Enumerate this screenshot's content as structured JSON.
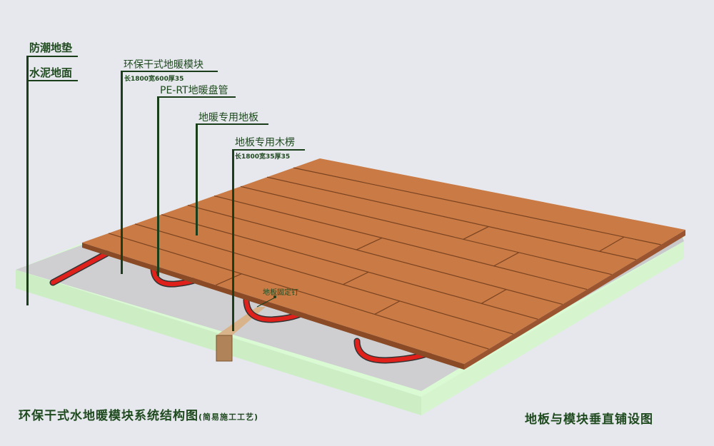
{
  "labels": {
    "moisture_pad": "防潮地垫",
    "cement_floor": "水泥地面",
    "module": "环保干式地暖模块",
    "module_size": "长1800宽600厚35",
    "pipe": "PE-RT地暖盘管",
    "floorboard": "地暖专用地板",
    "joist": "地板专用木楞",
    "joist_size": "长1800宽35厚35",
    "nail": "地板固定钉"
  },
  "titles": {
    "main": "环保干式水地暖模块系统结构图",
    "main_note": "(简易施工工艺)",
    "right": "地板与模块垂直铺设图"
  },
  "colors": {
    "wood": "#c97a45",
    "pipe": "#e0201a",
    "slab": "#d8f8d0",
    "label": "#1f4a1f"
  }
}
